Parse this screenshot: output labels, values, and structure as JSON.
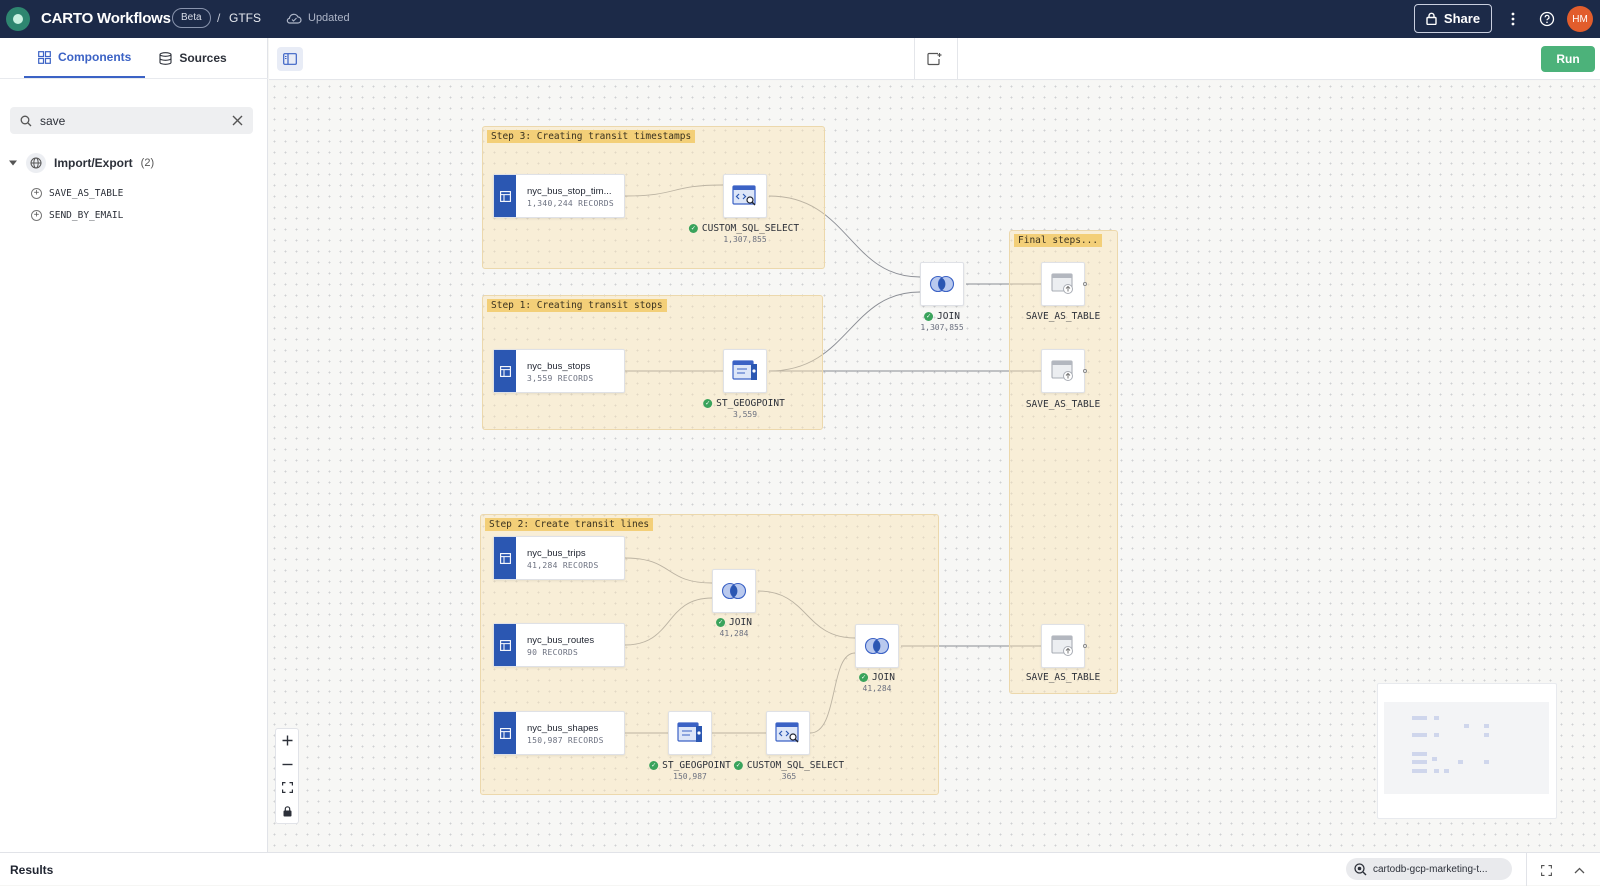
{
  "header": {
    "app_title": "CARTO Workflows",
    "badge": "Beta",
    "separator": "/",
    "workflow_name": "GTFS",
    "status": "Updated",
    "share_label": "Share",
    "avatar_initials": "HM"
  },
  "sidebar": {
    "tabs": [
      {
        "label": "Components",
        "icon": "grid-icon",
        "active": true
      },
      {
        "label": "Sources",
        "icon": "database-icon",
        "active": false
      }
    ],
    "search": {
      "value": "save",
      "placeholder": "Search"
    },
    "category": {
      "label": "Import/Export",
      "count": "(2)",
      "expanded": true
    },
    "components": [
      "SAVE_AS_TABLE",
      "SEND_BY_EMAIL"
    ]
  },
  "toolbar": {
    "run_label": "Run"
  },
  "canvas": {
    "groups": [
      {
        "label": "Step 3: Creating transit timestamps"
      },
      {
        "label": "Step 1: Creating transit stops"
      },
      {
        "label": "Step 2: Create transit lines"
      },
      {
        "label": "Final steps..."
      }
    ],
    "sources": [
      {
        "name": "nyc_bus_stop_tim...",
        "records": "1,340,244 RECORDS"
      },
      {
        "name": "nyc_bus_stops",
        "records": "3,559 RECORDS"
      },
      {
        "name": "nyc_bus_trips",
        "records": "41,284 RECORDS"
      },
      {
        "name": "nyc_bus_routes",
        "records": "90 RECORDS"
      },
      {
        "name": "nyc_bus_shapes",
        "records": "150,987 RECORDS"
      }
    ],
    "nodes": [
      {
        "type": "custom-sql",
        "label": "CUSTOM_SQL_SELECT",
        "count": "1,307,855",
        "status": "success"
      },
      {
        "type": "geopoint",
        "label": "ST_GEOGPOINT",
        "count": "3,559",
        "status": "success"
      },
      {
        "type": "join",
        "label": "JOIN",
        "count": "1,307,855",
        "status": "success"
      },
      {
        "type": "join",
        "label": "JOIN",
        "count": "41,284",
        "status": "success"
      },
      {
        "type": "join",
        "label": "JOIN",
        "count": "41,284",
        "status": "success"
      },
      {
        "type": "geopoint",
        "label": "ST_GEOGPOINT",
        "count": "150,987",
        "status": "success"
      },
      {
        "type": "custom-sql",
        "label": "CUSTOM_SQL_SELECT",
        "count": "365",
        "status": "success"
      },
      {
        "type": "save",
        "label": "SAVE_AS_TABLE",
        "count": "",
        "status": "pending"
      },
      {
        "type": "save",
        "label": "SAVE_AS_TABLE",
        "count": "",
        "status": "pending"
      },
      {
        "type": "save",
        "label": "SAVE_AS_TABLE",
        "count": "",
        "status": "pending"
      }
    ],
    "zoom_controls": [
      "+",
      "−",
      "fit",
      "lock"
    ]
  },
  "results": {
    "title": "Results",
    "connection": "cartodb-gcp-marketing-t..."
  },
  "colors": {
    "topbar": "#1c2a48",
    "accent": "#3b62c5",
    "run": "#4cb27a",
    "group_fill": "#f8e2b4",
    "group_label": "#f3cf78",
    "source_stripe": "#2b57b2",
    "success": "#3aa35c",
    "avatar": "#e25d2c"
  }
}
